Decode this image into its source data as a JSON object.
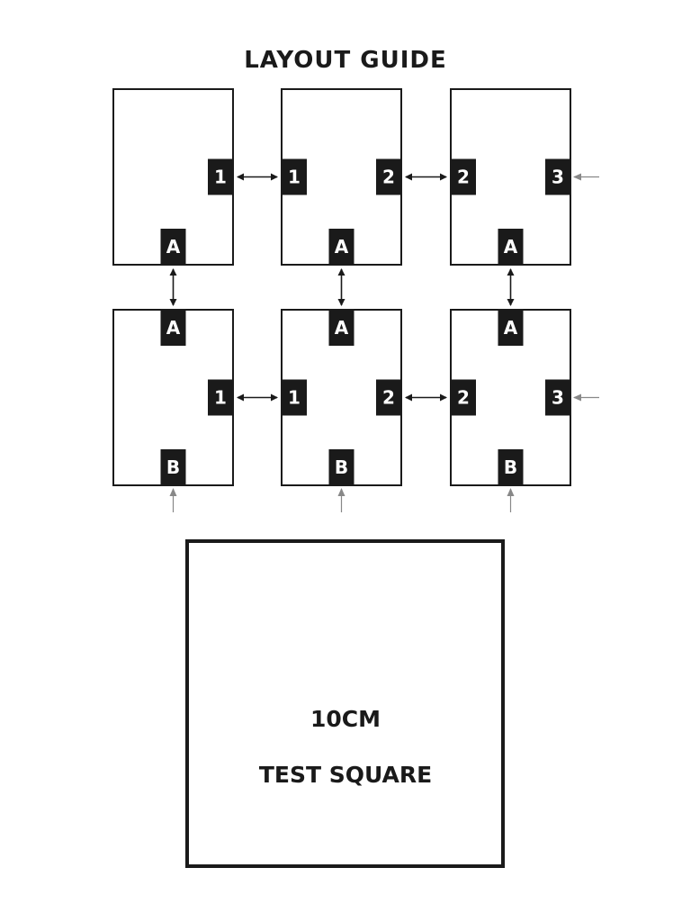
{
  "title": "LAYOUT GUIDE",
  "test_square": {
    "line1": "10CM",
    "line2": "TEST SQUARE"
  },
  "colors": {
    "ink": "#1a1a1a",
    "tab_fill": "#1a1a1a",
    "tab_text": "#ffffff",
    "arrow_grey": "#888888"
  },
  "panels": [
    {
      "row": 1,
      "col": 1,
      "tabs": {
        "right": "1",
        "bottom": "A"
      }
    },
    {
      "row": 1,
      "col": 2,
      "tabs": {
        "left": "1",
        "right": "2",
        "bottom": "A"
      }
    },
    {
      "row": 1,
      "col": 3,
      "tabs": {
        "left": "2",
        "right": "3",
        "bottom": "A"
      }
    },
    {
      "row": 2,
      "col": 1,
      "tabs": {
        "top": "A",
        "right": "1",
        "bottom": "B"
      }
    },
    {
      "row": 2,
      "col": 2,
      "tabs": {
        "top": "A",
        "left": "1",
        "right": "2",
        "bottom": "B"
      }
    },
    {
      "row": 2,
      "col": 3,
      "tabs": {
        "top": "A",
        "left": "2",
        "right": "3",
        "bottom": "B"
      }
    }
  ]
}
